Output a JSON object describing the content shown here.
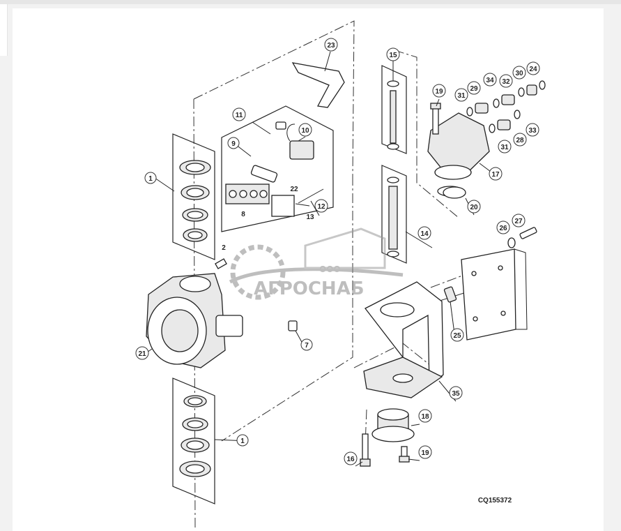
{
  "diagram": {
    "figure_code": "CQ155372",
    "callouts": {
      "c1a": "1",
      "c1b": "1",
      "c2": "2",
      "c7": "7",
      "c8": "8",
      "c9": "9",
      "c10": "10",
      "c11": "11",
      "c12": "12",
      "c13": "13",
      "c14": "14",
      "c15": "15",
      "c16": "16",
      "c17": "17",
      "c18": "18",
      "c19a": "19",
      "c19b": "19",
      "c20": "20",
      "c21": "21",
      "c22": "22",
      "c23": "23",
      "c24": "24",
      "c25": "25",
      "c26": "26",
      "c27": "27",
      "c28": "28",
      "c29": "29",
      "c30": "30",
      "c31a": "31",
      "c31b": "31",
      "c32": "32",
      "c33": "33",
      "c34": "34",
      "c35": "35"
    }
  },
  "watermark": {
    "prefix": "ООО",
    "brand": "АГРОСНАБ",
    "color": "#8a8a8a"
  }
}
